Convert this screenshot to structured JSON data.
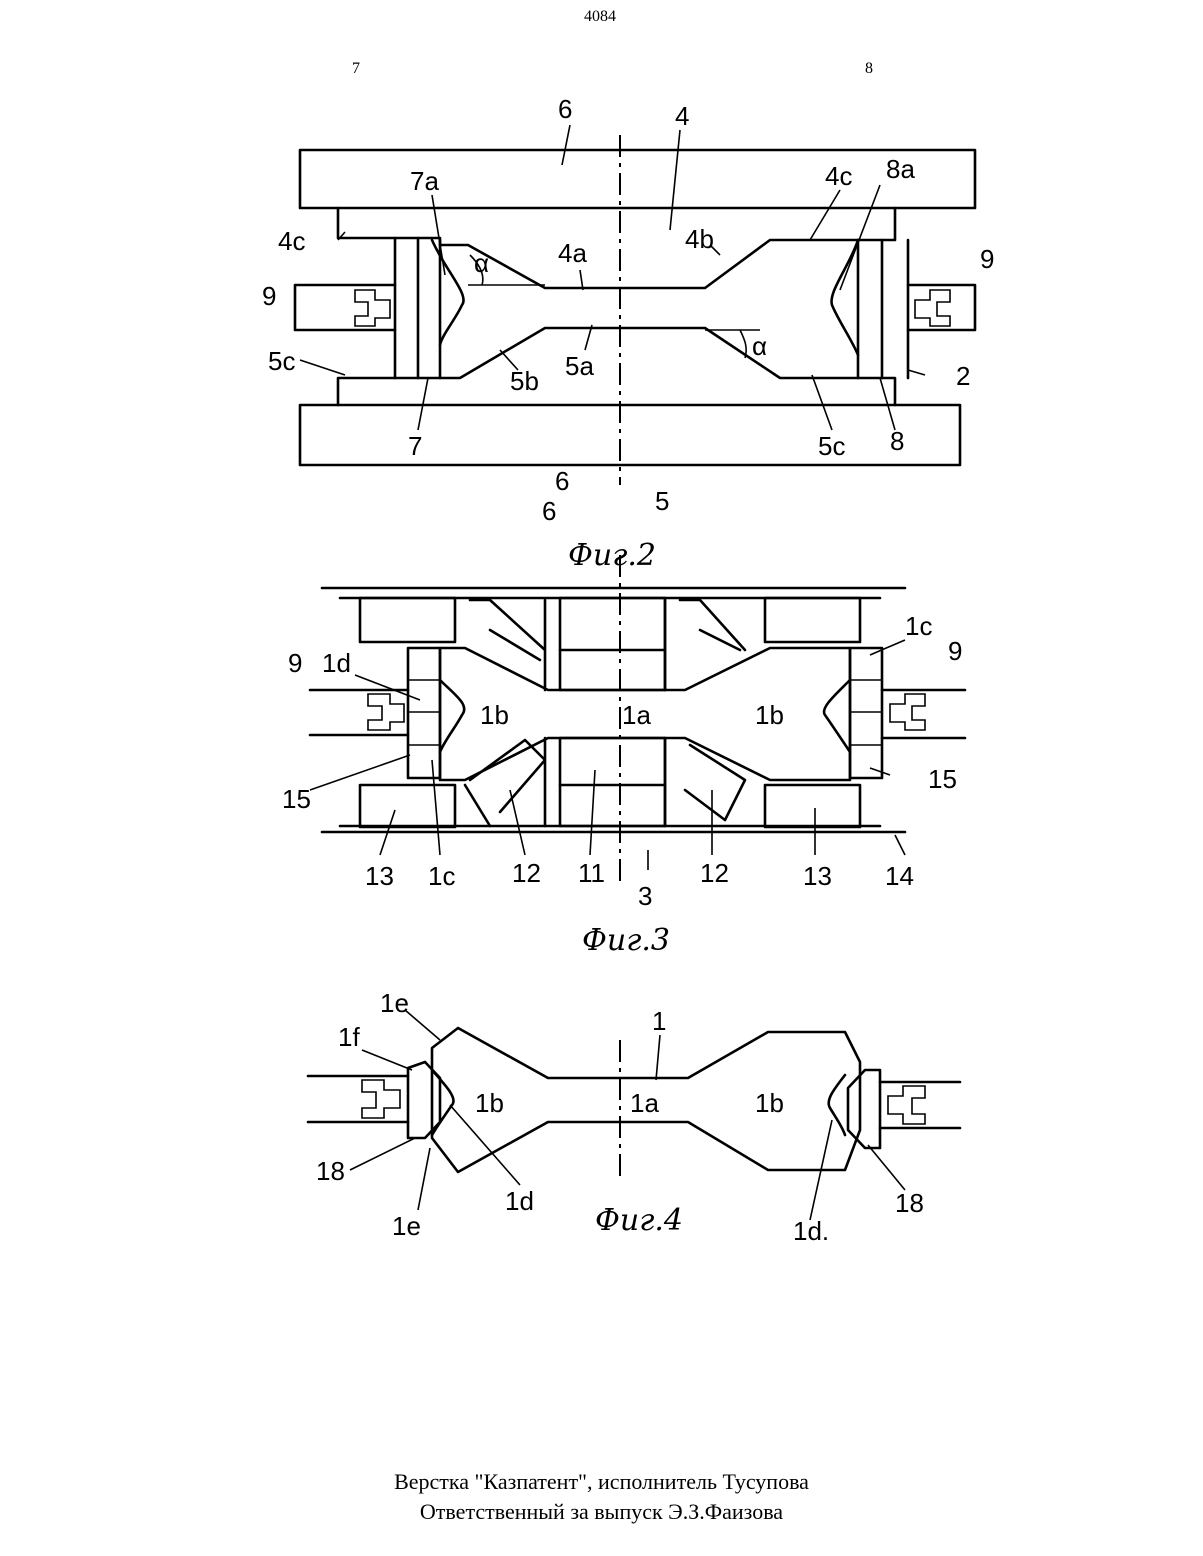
{
  "header": {
    "page_number": "4084",
    "col_left": "7",
    "col_right": "8"
  },
  "fig2": {
    "caption": "Фиг.2",
    "labels": [
      "6",
      "4",
      "7a",
      "4c",
      "8a",
      "4c",
      "4a",
      "4b",
      "α",
      "9",
      "9",
      "5c",
      "5b",
      "5a",
      "α",
      "2",
      "7",
      "5",
      "5c",
      "8",
      "6",
      "6"
    ]
  },
  "fig3": {
    "caption": "Фиг.3",
    "labels": [
      "1d",
      "1c",
      "9",
      "9",
      "1b",
      "1a",
      "1b",
      "15",
      "15",
      "13",
      "1c",
      "12",
      "11",
      "12",
      "13",
      "14",
      "3"
    ]
  },
  "fig4": {
    "caption": "Фиг.4",
    "labels": [
      "1e",
      "1",
      "1f",
      "1b",
      "1a",
      "1b",
      "18",
      "1d",
      "1e",
      "1d.",
      "18"
    ]
  },
  "footer": {
    "line1": "Верстка \"Казпатент\", исполнитель Тусупова",
    "line2": "Ответственный за выпуск Э.З.Фаизова"
  }
}
